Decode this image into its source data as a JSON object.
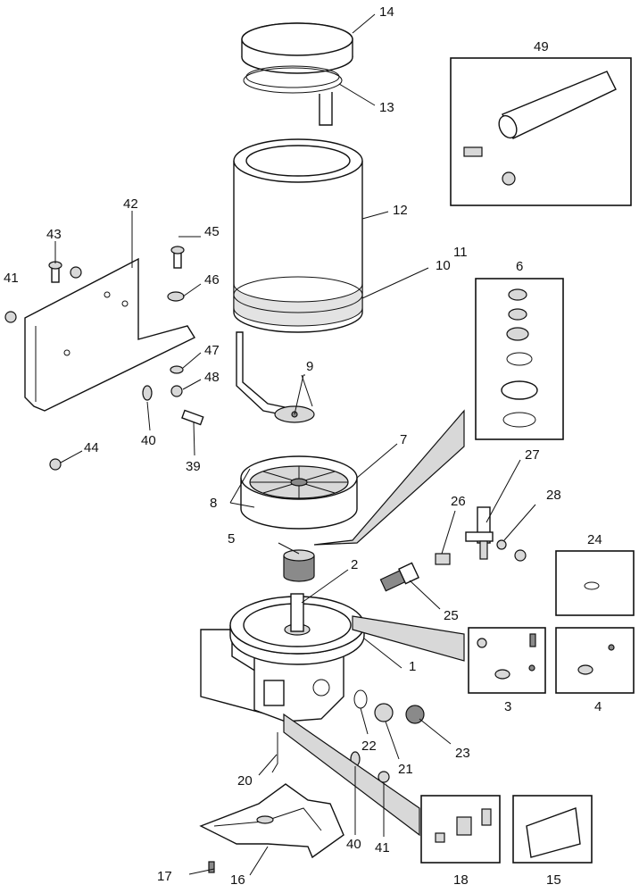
{
  "labels": {
    "l14": "14",
    "l13": "13",
    "l49": "49",
    "l12": "12",
    "l11": "11",
    "l10": "10",
    "l6": "6",
    "l42": "42",
    "l43": "43",
    "l45": "45",
    "l41a": "41",
    "l46": "46",
    "l9": "9",
    "l47": "47",
    "l48": "48",
    "l40a": "40",
    "l39": "39",
    "l44": "44",
    "l7": "7",
    "l27": "27",
    "l8": "8",
    "l26": "26",
    "l28": "28",
    "l5": "5",
    "l24": "24",
    "l2": "2",
    "l25": "25",
    "l1": "1",
    "l3": "3",
    "l4": "4",
    "l22": "22",
    "l21": "21",
    "l23": "23",
    "l20": "20",
    "l40b": "40",
    "l41b": "41",
    "l18": "18",
    "l15": "15",
    "l17": "17",
    "l16": "16"
  }
}
